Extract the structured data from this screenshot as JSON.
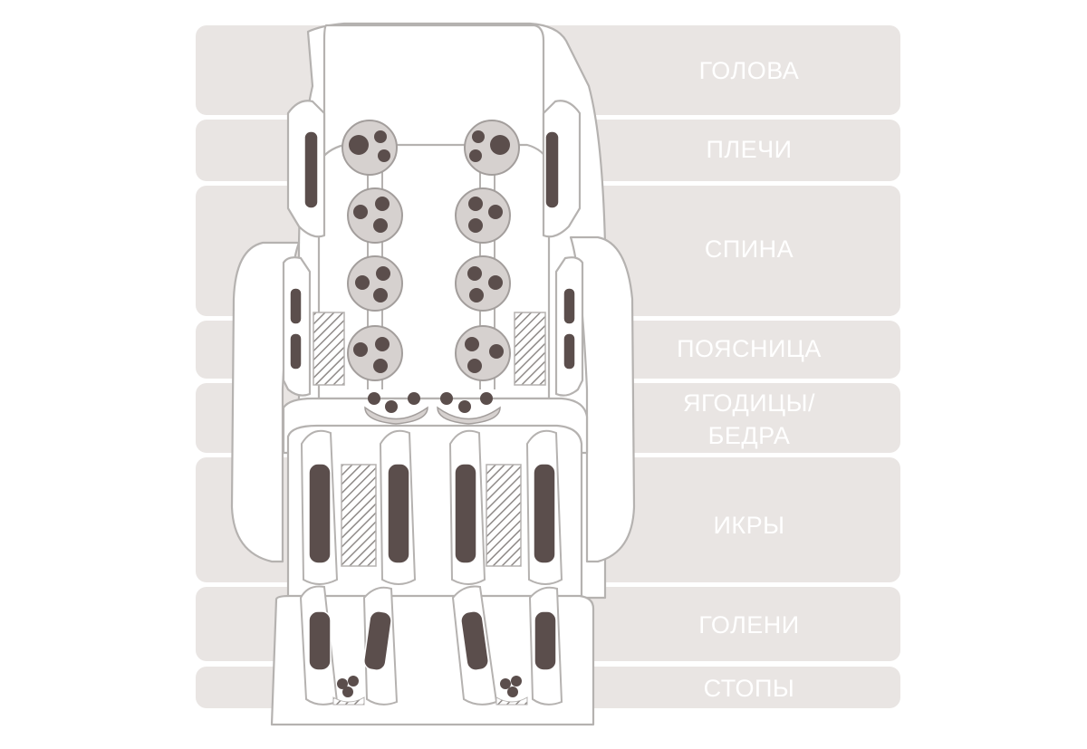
{
  "zones": [
    {
      "id": "head",
      "label": "ГОЛОВА"
    },
    {
      "id": "shoulders",
      "label": "ПЛЕЧИ"
    },
    {
      "id": "back",
      "label": "СПИНА"
    },
    {
      "id": "lumbar",
      "label": "ПОЯСНИЦА"
    },
    {
      "id": "hips",
      "label": "ЯГОДИЦЫ/\nБЕДРА"
    },
    {
      "id": "calves",
      "label": "ИКРЫ"
    },
    {
      "id": "shins",
      "label": "ГОЛЕНИ"
    },
    {
      "id": "feet",
      "label": "СТОПЫ"
    }
  ],
  "colors": {
    "band": "#e9e5e3",
    "label": "#ffffff",
    "chair_fill": "#ffffff",
    "chair_outline": "#b5b2b0",
    "airbag": "#5b4e4c",
    "roller": "#d6d1cf",
    "hatch": "#8f8a88"
  }
}
